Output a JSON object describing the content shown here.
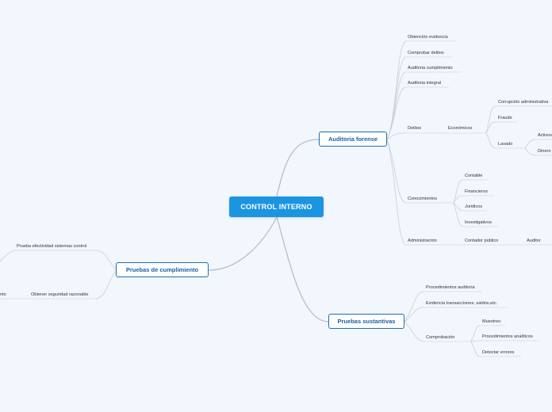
{
  "central": "CONTROL INTERNO",
  "auditoria_forense": {
    "label": "Auditoria forense",
    "obtencion": "Obtención evidencia",
    "comprobar": "Comprobar delitos",
    "cumplimiento": "Auditoria cumplimiento",
    "integral": "Auditoria integral",
    "delitos": "Delitos",
    "economicos": "Económicos",
    "corrupcion": "Corrupción administrativa",
    "fraude": "Fraude",
    "lavado": "Lavado",
    "activos": "Activos",
    "dinero": "Dinero",
    "conocimientos": "Conocimientos",
    "contable": "Contable",
    "financieros": "Financieros",
    "juridicos": "Juridicos",
    "investigativos": "Investigativos",
    "administracion": "Administración",
    "contador": "Contador público",
    "auditor": "Auditor"
  },
  "pruebas_cumplimiento": {
    "label": "Pruebas de cumplimiento",
    "efectividad": "Prueba efectividad sistemas control",
    "seguridad": "Obtener seguridad razonable",
    "cut_left": "nto"
  },
  "pruebas_sustantivas": {
    "label": "Pruebas sustantivas",
    "procedimientos": "Procedimientos auditoria",
    "evidencia": "Evidencia transacciones, saldos,etc.",
    "comprobacion": "Comprobación",
    "muestreo": "Muestreo",
    "analiticos": "Procedimientos analíticos",
    "detectar": "Detectar errores"
  },
  "colors": {
    "background": "#f2f6fd",
    "central": "#1b95e0",
    "main_border": "#1b6fb0",
    "main_text": "#1b5ea8",
    "connector": "#b4bbc8",
    "underline": "#d4d8e0"
  }
}
